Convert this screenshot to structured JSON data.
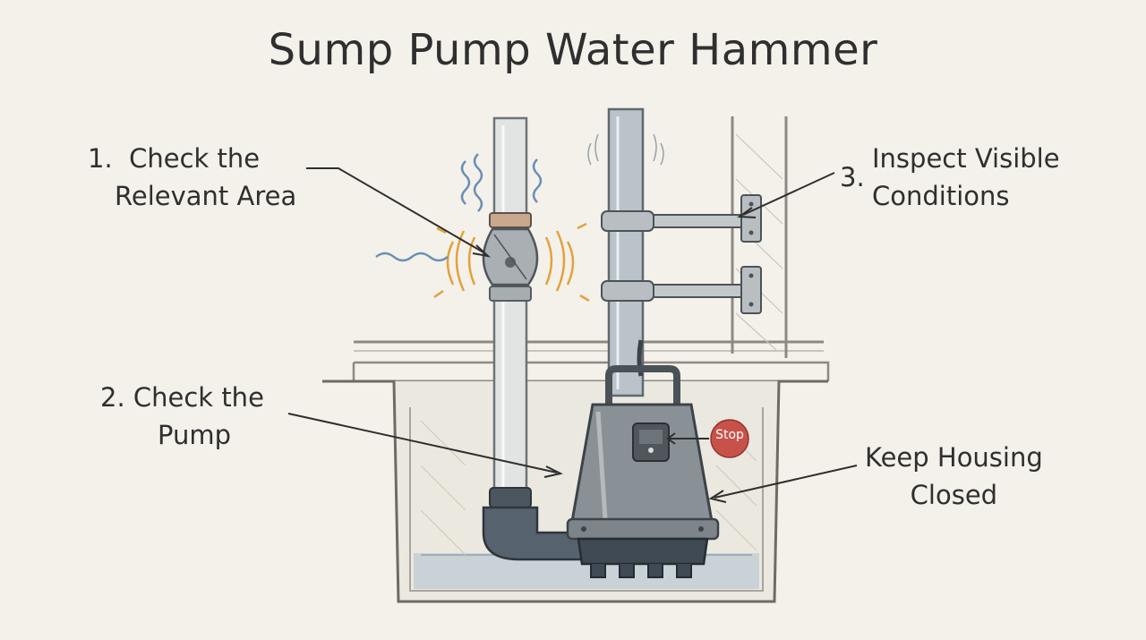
{
  "diagram": {
    "title": "Sump Pump Water Hammer",
    "labels": {
      "check_area": {
        "number": "1.",
        "line1": "Check the",
        "line2": "Relevant Area"
      },
      "check_pump": {
        "line1": "2. Check the",
        "line2": "Pump"
      },
      "inspect": {
        "number": "3.",
        "line1": "Inspect Visible",
        "line2": "Conditions"
      },
      "housing": {
        "line1": "Keep Housing",
        "line2": "Closed"
      }
    },
    "stop_button": {
      "text": "Stop",
      "color": "#c8524a"
    },
    "colors": {
      "background": "#f3f1ea",
      "ink": "#2f2f2f",
      "pipe": "#b9c3c9",
      "pump_body": "#8a9196",
      "pump_base": "#3f4a55",
      "vibration": "#e3a13c",
      "squiggle": "#6b8fb5",
      "water": "#c3ced6"
    },
    "icons": [
      "valve-icon",
      "pump-icon",
      "bracket-icon",
      "vibration-icon",
      "water-squiggle-icon"
    ]
  }
}
